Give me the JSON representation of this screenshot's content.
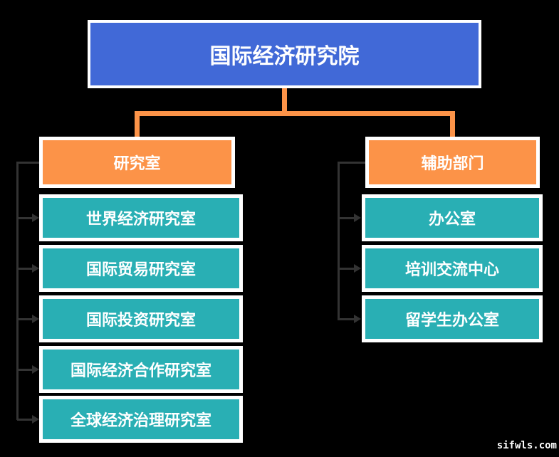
{
  "root": {
    "label": "国际经济研究院"
  },
  "branches": [
    {
      "header": {
        "label": "研究室"
      },
      "children": [
        "世界经济研究室",
        "国际贸易研究室",
        "国际投资研究室",
        "国际经济合作研究室",
        "全球经济治理研究室"
      ]
    },
    {
      "header": {
        "label": "辅助部门"
      },
      "children": [
        "办公室",
        "培训交流中心",
        "留学生办公室"
      ]
    }
  ],
  "watermark": "sifwls.com",
  "colors": {
    "root_fill": "#4169D7",
    "branch_header_fill": "#FC9348",
    "child_fill": "#29AFB4",
    "connector_primary": "#FC9348",
    "connector_secondary": "#333333",
    "box_border": "#FFFFFF",
    "text": "#FFFFFF",
    "background": "#000000"
  }
}
